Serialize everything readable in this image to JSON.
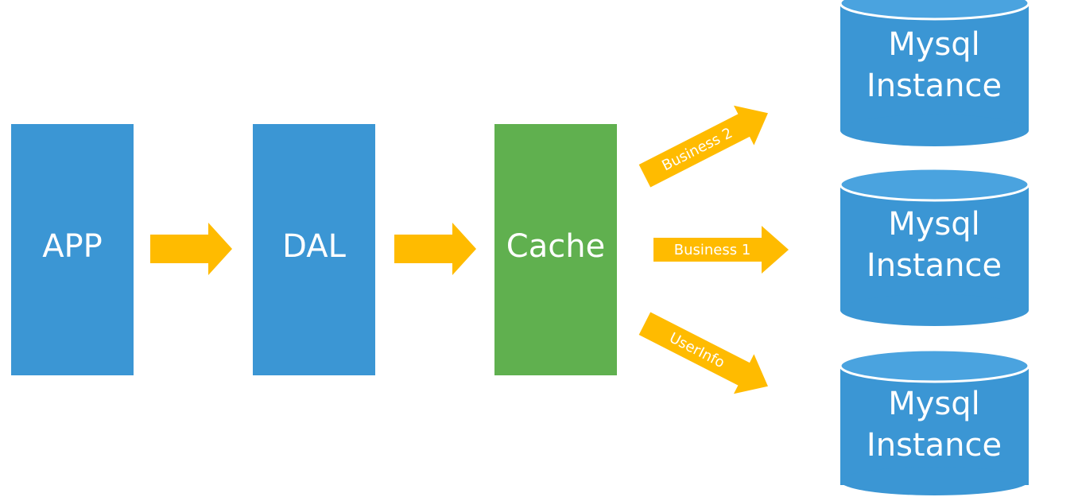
{
  "colors": {
    "box_blue": "#3b96d4",
    "box_green": "#60b04f",
    "arrow_orange": "#ffbb00",
    "db_blue": "#3b96d4",
    "db_top": "#4aa3df",
    "db_edge": "#ffffff",
    "text": "#ffffff"
  },
  "nodes": {
    "app": {
      "label": "APP"
    },
    "dal": {
      "label": "DAL"
    },
    "cache": {
      "label": "Cache"
    }
  },
  "databases": [
    {
      "line1": "Mysql",
      "line2": "Instance"
    },
    {
      "line1": "Mysql",
      "line2": "Instance"
    },
    {
      "line1": "Mysql",
      "line2": "Instance"
    }
  ],
  "routes": [
    {
      "label": "Business 2"
    },
    {
      "label": "Business 1"
    },
    {
      "label": "UserInfo"
    }
  ]
}
